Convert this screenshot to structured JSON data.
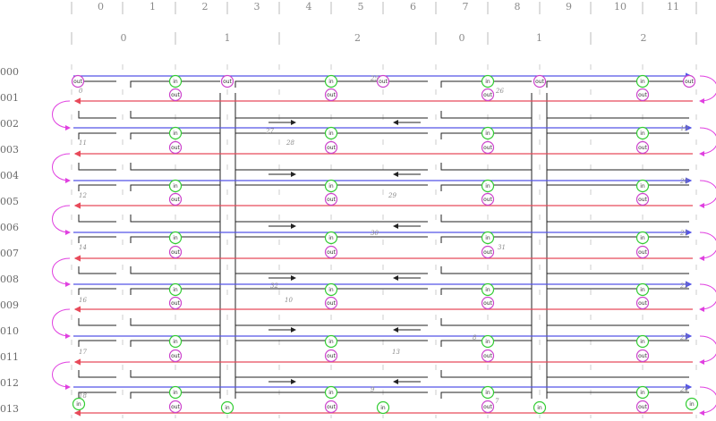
{
  "columns_top": [
    "0",
    "1",
    "2",
    "3",
    "4",
    "5",
    "6",
    "7",
    "8",
    "9",
    "10",
    "11"
  ],
  "columns_second": [
    "0",
    "1",
    "2",
    "0",
    "1",
    "2"
  ],
  "rows": [
    "000",
    "001",
    "002",
    "003",
    "004",
    "005",
    "006",
    "007",
    "008",
    "009",
    "010",
    "011",
    "012",
    "013"
  ],
  "colors": {
    "forward": "#5555e8",
    "backward": "#e84a5a",
    "loop": "#e040e0",
    "route": "#222222",
    "in_port": "#33cc33",
    "out_port": "#cc44cc",
    "grid": "#bbbbbb"
  },
  "port_labels": {
    "in": "in",
    "out": "out"
  },
  "numbers": [
    "0",
    "11",
    "12",
    "14",
    "16",
    "17",
    "18",
    "19",
    "20",
    "21",
    "22",
    "23",
    "24",
    "25",
    "26",
    "27",
    "28",
    "29",
    "30",
    "31",
    "32",
    "10",
    "13",
    "9",
    "7",
    "8"
  ]
}
